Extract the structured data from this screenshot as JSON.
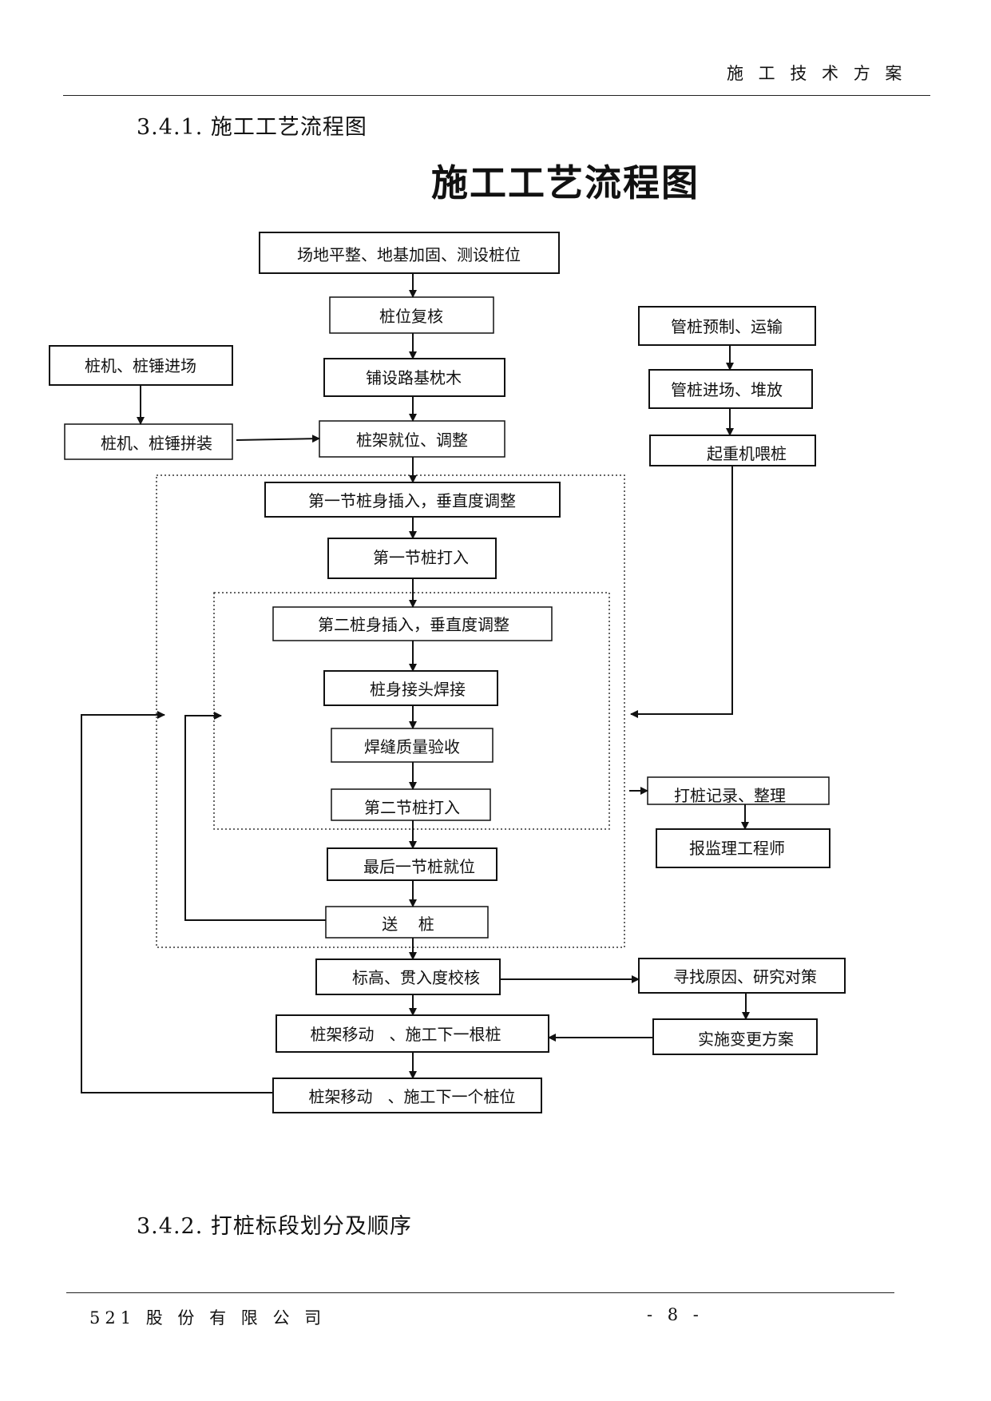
{
  "header": {
    "right_text": "施 工 技 术 方 案"
  },
  "section_1": {
    "title": "3.4.1. 施工工艺流程图"
  },
  "flowchart": {
    "title": "施工工艺流程图",
    "nodes": {
      "n01": "场地平整、地基加固、测设桩位",
      "n02": "桩位复核",
      "n03": "铺设路基枕木",
      "n04": "桩架就位、调整",
      "n05": "第一节桩身插入，垂直度调整",
      "n06": "第一节桩打入",
      "n07": "第二桩身插入，垂直度调整",
      "n08": "桩身接头焊接",
      "n09": "焊缝质量验收",
      "n10": "第二节桩打入",
      "n11": "最后一节桩就位",
      "n12": "送    桩",
      "n13": "标高、贯入度校核",
      "n14": "桩架移动   、施工下一根桩",
      "n15": "桩架移动   、施工下一个桩位",
      "n16": "桩机、桩锤进场",
      "n17": "桩机、桩锤拼装",
      "n18": "管桩预制、运输",
      "n19": "管桩进场、堆放",
      "n20": "起重机喂桩",
      "n21": "打桩记录、整理",
      "n22": "报监理工程师",
      "n23": "寻找原因、研究对策",
      "n24": "实施变更方案"
    }
  },
  "section_2": {
    "title": "3.4.2. 打桩标段划分及顺序"
  },
  "footer": {
    "company": "521 股 份 有 限 公 司",
    "page": "- 8 -"
  }
}
